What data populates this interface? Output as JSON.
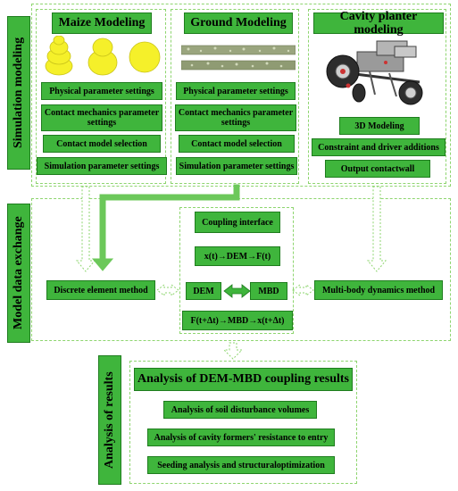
{
  "colors": {
    "green": "#3fb53c",
    "dark_green": "#1f7d1e",
    "dash": "#8ed56f",
    "yellow": "#f5f02a"
  },
  "side_labels": {
    "simulation": "Simulation modeling",
    "exchange": "Model data exchange",
    "results": "Analysis of results"
  },
  "maize": {
    "title": "Maize Modeling",
    "items": [
      "Physical parameter settings",
      "Contact mechanics parameter settings",
      "Contact model selection",
      "Simulation parameter settings"
    ]
  },
  "ground": {
    "title": "Ground Modeling",
    "items": [
      "Physical parameter settings",
      "Contact mechanics parameter settings",
      "Contact model selection",
      "Simulation parameter settings"
    ]
  },
  "cavity": {
    "title": "Cavity planter modeling",
    "items": [
      "3D Modeling",
      "Constraint and driver additions",
      "Output contactwall"
    ]
  },
  "exchange": {
    "dem_method": "Discrete element method",
    "mbd_method": "Multi-body dynamics method",
    "coupling_interface": "Coupling interface",
    "forward": "x(t)→DEM→F(t)",
    "dem": "DEM",
    "mbd": "MBD",
    "backward": "F(t+Δt)→MBD→x(t+Δt)"
  },
  "results": {
    "title": "Analysis of DEM-MBD coupling results",
    "items": [
      "Analysis of soil disturbance volumes",
      "Analysis of cavity formers' resistance to entry",
      "Seeding analysis and structuraloptimization"
    ]
  }
}
